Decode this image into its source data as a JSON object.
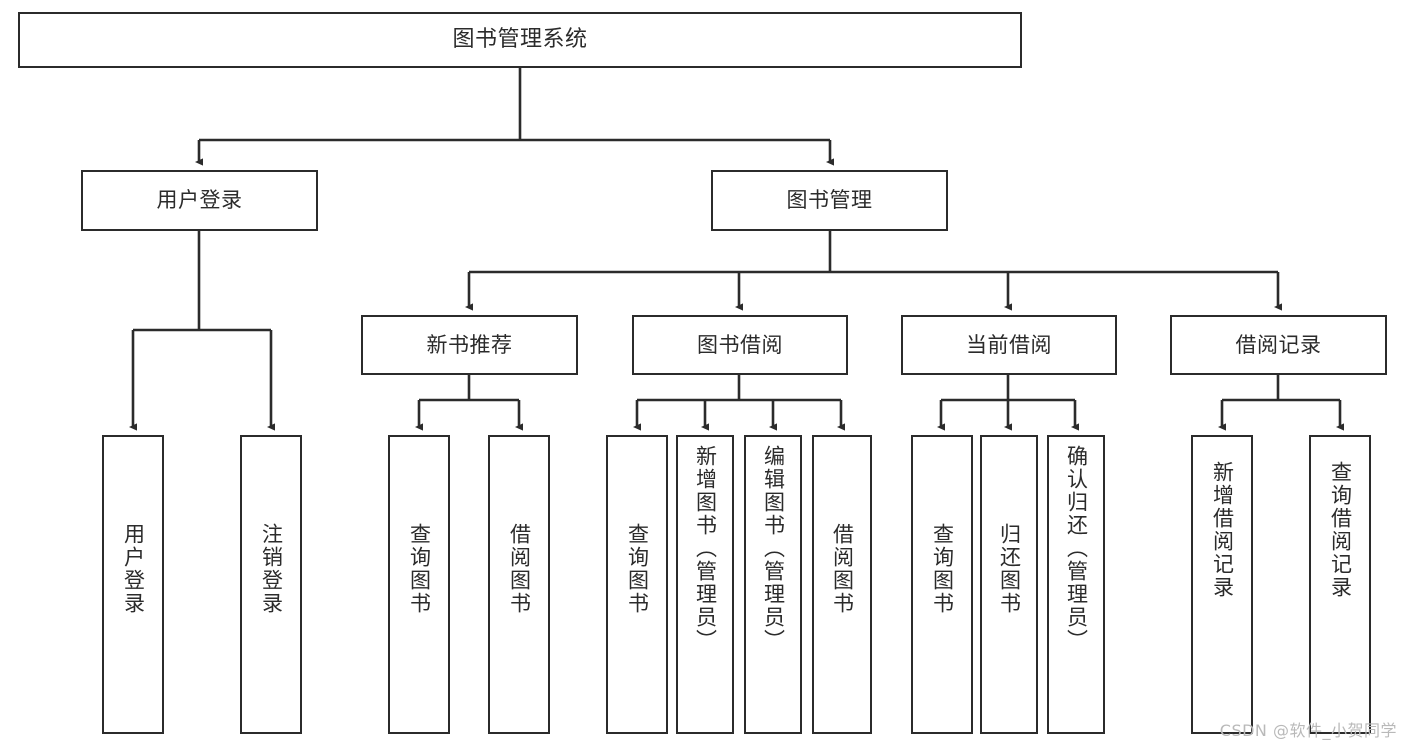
{
  "diagram": {
    "title": "图书管理系统",
    "watermark": "CSDN @软件_小贺同学",
    "stroke_color": "#2b2b2b",
    "text_color": "#2b2b2b",
    "background_color": "#ffffff",
    "watermark_color": "#b9b9b9"
  },
  "nodes": {
    "root": {
      "label": "图书管理系统"
    },
    "level2": [
      {
        "label": "用户登录"
      },
      {
        "label": "图书管理"
      }
    ],
    "level3": [
      {
        "label": "新书推荐"
      },
      {
        "label": "图书借阅"
      },
      {
        "label": "当前借阅"
      },
      {
        "label": "借阅记录"
      }
    ],
    "leaves": {
      "user_login": [
        {
          "label": "用户登录"
        },
        {
          "label": "注销登录"
        }
      ],
      "new_book_recommend": [
        {
          "label": "查询图书"
        },
        {
          "label": "借阅图书"
        }
      ],
      "book_borrow": [
        {
          "label": "查询图书"
        },
        {
          "label": "新增图书（管理员）"
        },
        {
          "label": "编辑图书（管理员）"
        },
        {
          "label": "借阅图书"
        }
      ],
      "current_borrow": [
        {
          "label": "查询图书"
        },
        {
          "label": "归还图书"
        },
        {
          "label": "确认归还（管理员）"
        }
      ],
      "borrow_record": [
        {
          "label": "新增借阅记录"
        },
        {
          "label": "查询借阅记录"
        }
      ]
    }
  }
}
